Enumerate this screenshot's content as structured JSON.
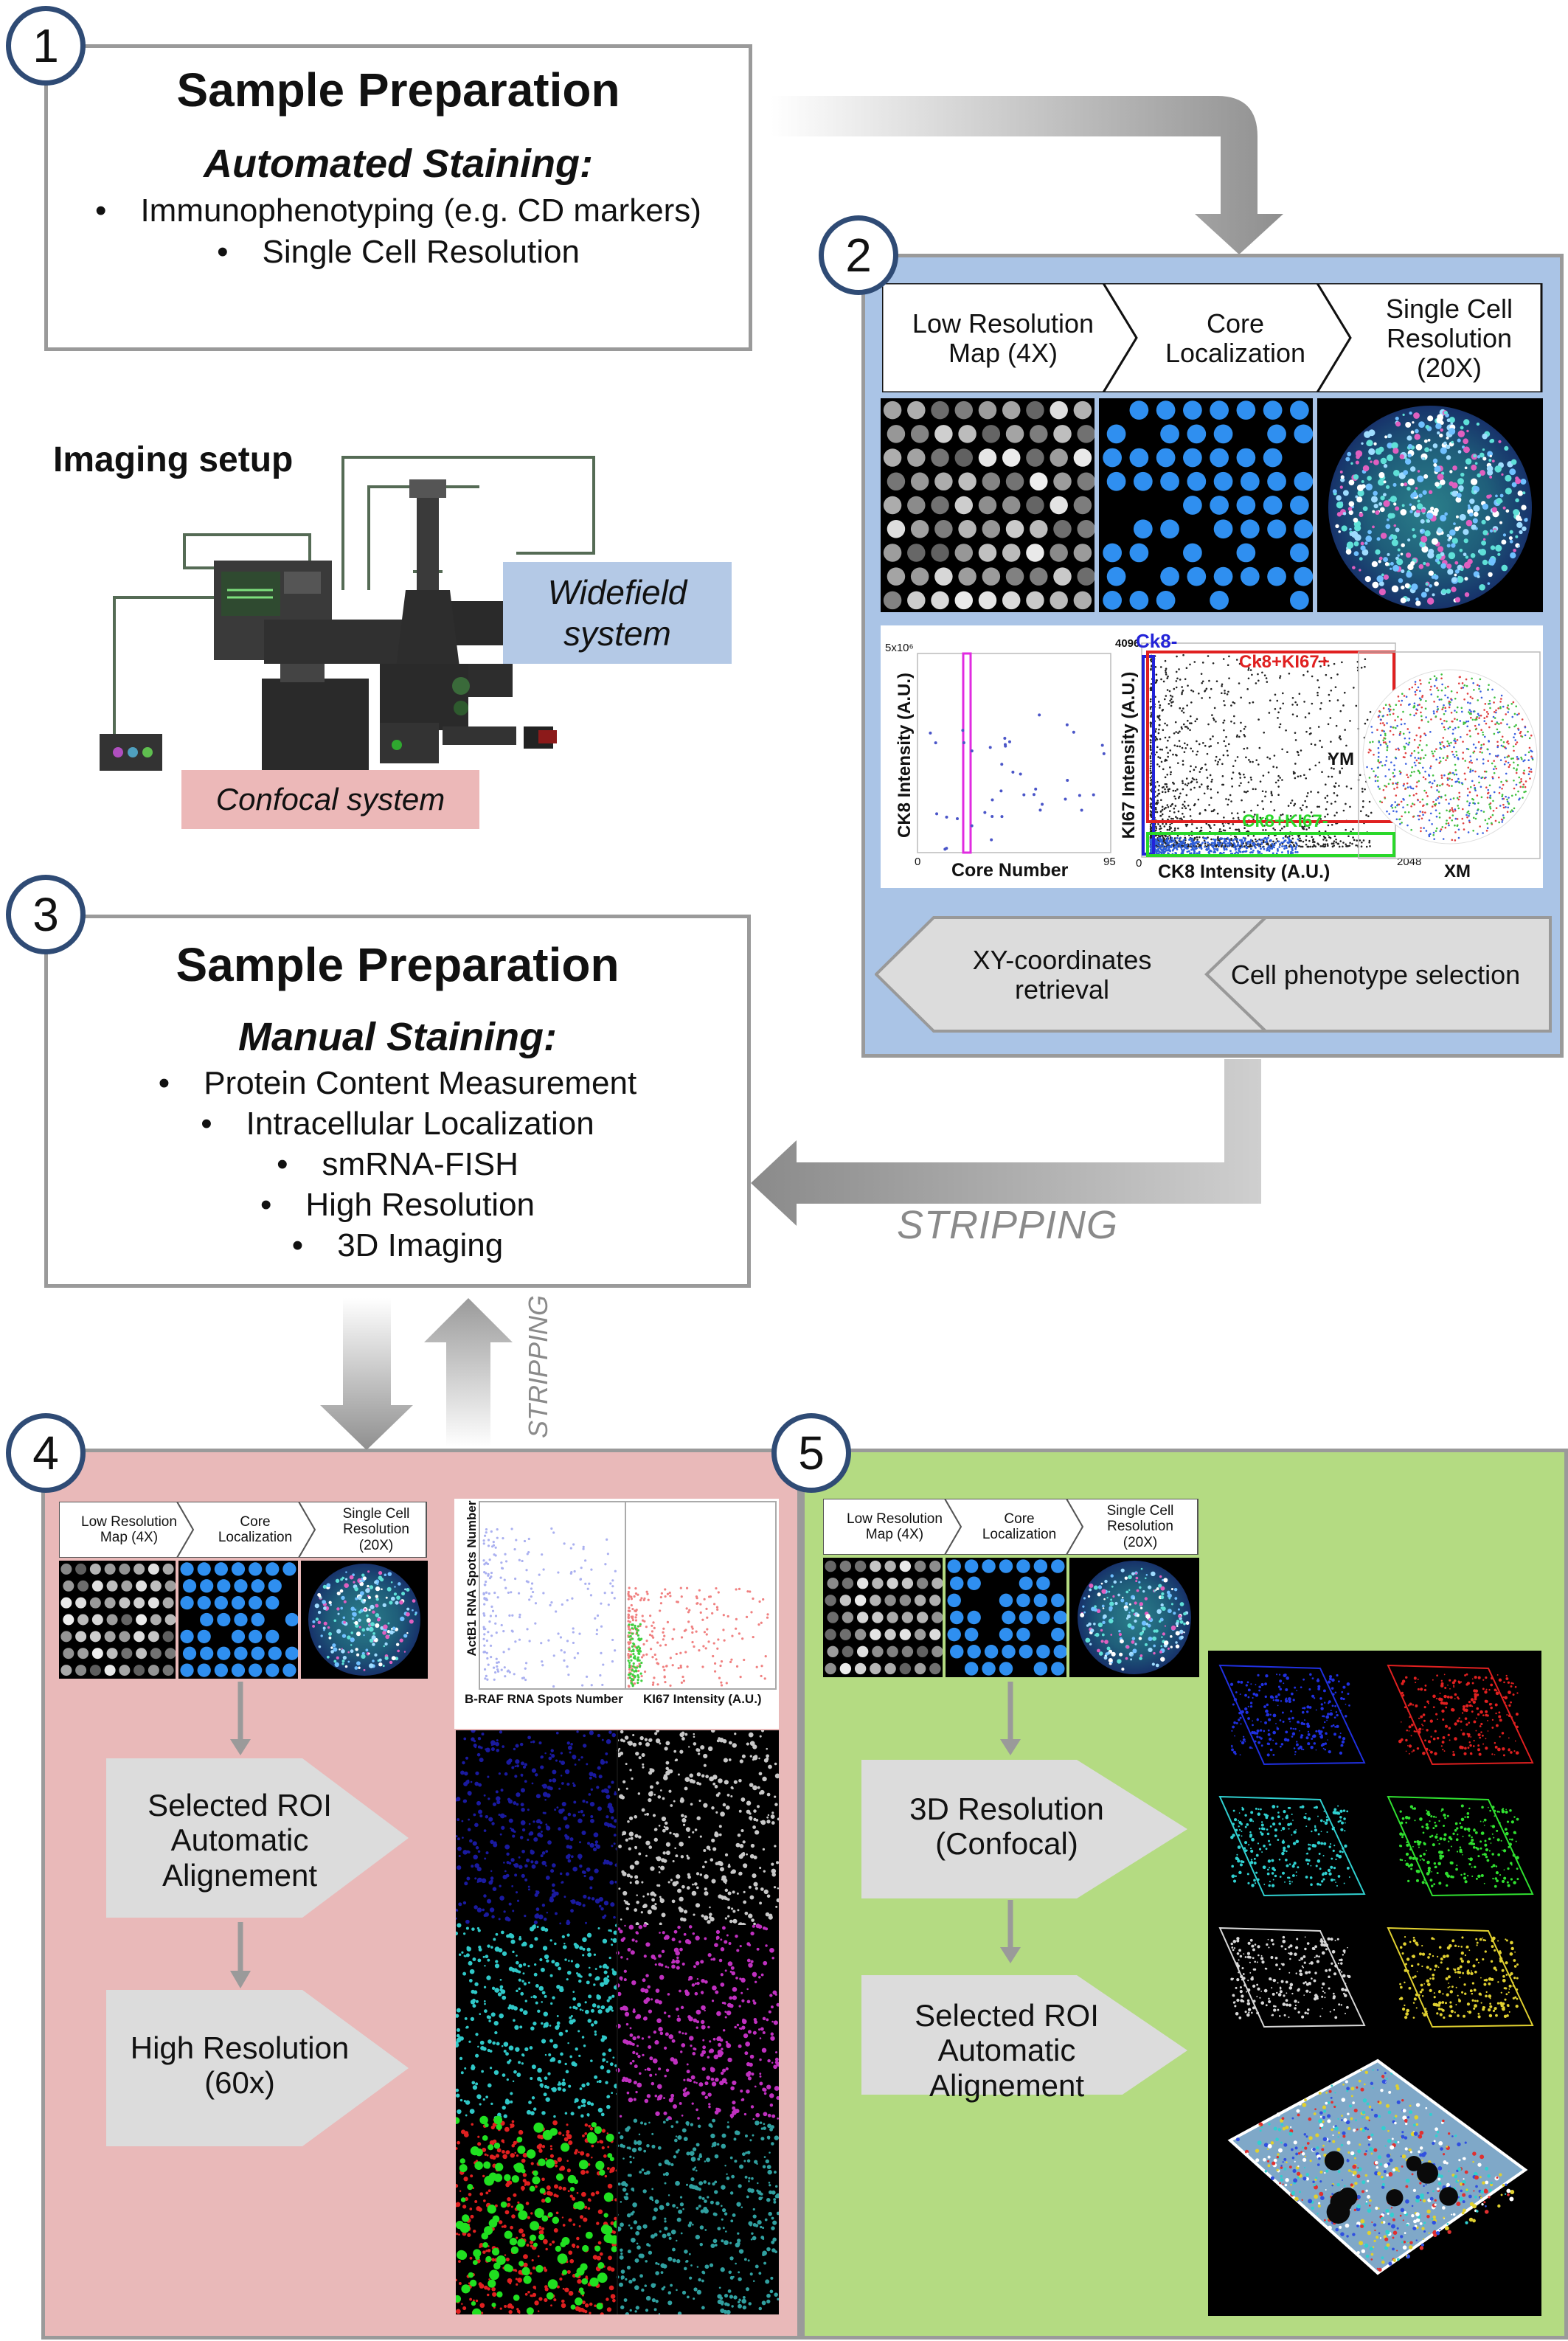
{
  "panel1": {
    "num": "1",
    "title": "Sample Preparation",
    "subtitle": "Automated Staining:",
    "bullets": [
      "Immunophenotyping (e.g. CD markers)",
      "Single Cell Resolution"
    ]
  },
  "imaging": {
    "title": "Imaging setup",
    "widefield": "Widefield system",
    "confocal": "Confocal system"
  },
  "panel2": {
    "num": "2",
    "steps": [
      "Low Resolution Map (4X)",
      "Core Localization",
      "Single Cell Resolution (20X)"
    ],
    "plot1": {
      "ylabel": "CK8 Intensity (A.U.)",
      "xlabel": "Core Number",
      "ymax": "5x10⁶",
      "x0": "0",
      "xmax": "95"
    },
    "plot2": {
      "ylabel": "KI67 Intensity (A.U.)",
      "xlabel": "CK8 Intensity (A.U.)",
      "ymax": "4096",
      "x0": "0",
      "xmax": "2048",
      "gates": [
        "Ck8-",
        "Ck8+KI67+",
        "Ck8+KI67-"
      ]
    },
    "plot3": {
      "ylabel": "YM",
      "xlabel": "XM"
    },
    "bottom_steps": [
      "XY-coordinates retrieval",
      "Cell phenotype selection"
    ]
  },
  "stripping_label": "STRIPPING",
  "panel3": {
    "num": "3",
    "title": "Sample Preparation",
    "subtitle": "Manual Staining:",
    "bullets": [
      "Protein Content Measurement",
      "Intracellular Localization",
      "smRNA-FISH",
      "High Resolution",
      "3D Imaging"
    ]
  },
  "stripping_vertical": "STRIPPING",
  "panel4": {
    "num": "4",
    "steps": [
      "Low Resolution Map (4X)",
      "Core Localization",
      "Single Cell Resolution (20X)"
    ],
    "flow": [
      "Selected ROI Automatic Alignement",
      "High Resolution (60x)"
    ],
    "plot": {
      "ylabel": "ActB1 RNA Spots Number",
      "xlabel1": "B-RAF RNA Spots Number",
      "xlabel2": "KI67 Intensity (A.U.)"
    }
  },
  "panel5": {
    "num": "5",
    "steps": [
      "Low Resolution Map (4X)",
      "Core Localization",
      "Single Cell Resolution (20X)"
    ],
    "flow": [
      "3D Resolution (Confocal)",
      "Selected ROI Automatic Alignement"
    ]
  },
  "colors": {
    "badge_border": "#2f4b75",
    "panel2_bg": "#aac4e6",
    "panel4_bg": "#e9b9b9",
    "panel5_bg": "#b4db82",
    "widefield_bg": "#b4c9e6",
    "confocal_bg": "#ecb8b8",
    "arrow_gray": "#9a9a9a"
  }
}
